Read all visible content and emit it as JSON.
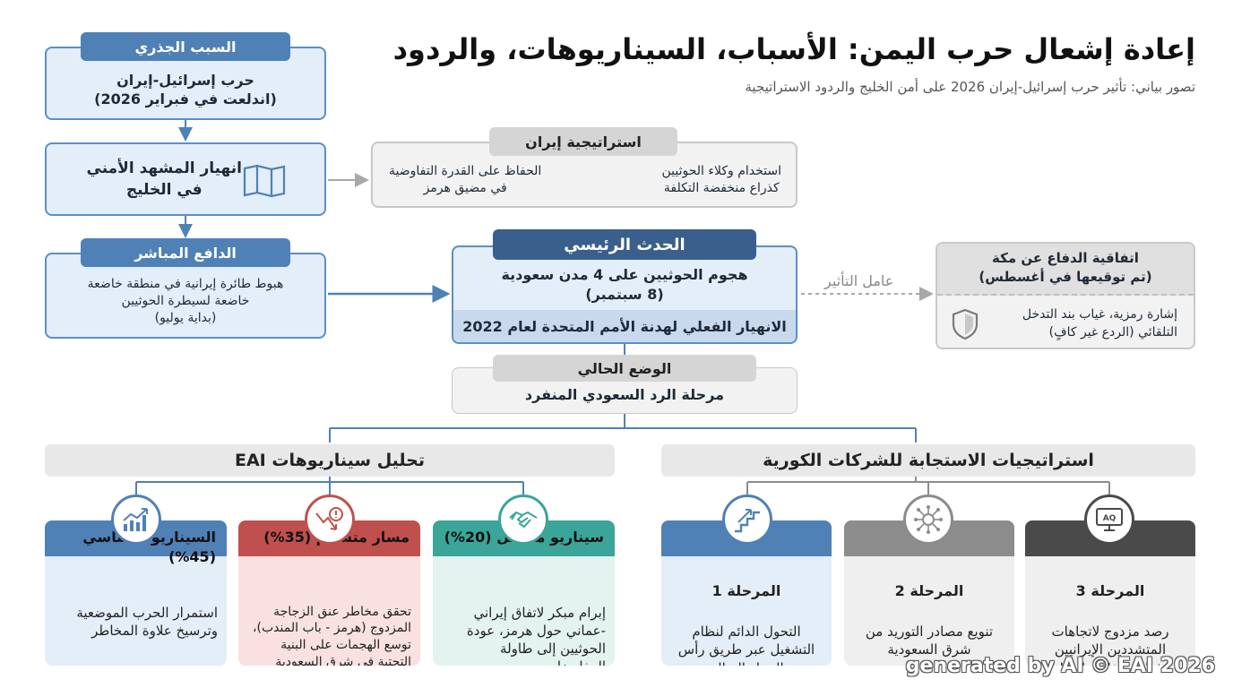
{
  "header": {
    "title": "إعادة إشعال حرب اليمن: الأسباب، السيناريوهات، والردود",
    "subtitle": "تصور بياني: تأثير حرب إسرائيل-إيران 2026 على أمن الخليج والردود الاستراتيجية"
  },
  "root_cause": {
    "label": "السبب الجذري",
    "text": "حرب إسرائيل-إيران\n(اندلعت في فبراير 2026)"
  },
  "gulf_collapse": {
    "text": "انهيار المشهد الأمني\nفي الخليج",
    "icon": "map-icon"
  },
  "iran_strategy": {
    "label": "استراتيجية إيران",
    "right_text": "استخدام وكلاء الحوثيين\nكذراع منخفضة التكلفة",
    "left_text": "الحفاظ على القدرة التفاوضية\nفي مضيق هرمز"
  },
  "direct_trigger": {
    "label": "الدافع المباشر",
    "text": "هبوط طائرة إيرانية في منطقة خاضعة\nخاضعة لسيطرة الحوثيين\n(بداية يوليو)"
  },
  "main_event": {
    "label": "الحدث الرئيسي",
    "text": "هجوم الحوثيين على 4 مدن سعودية\n(8 سبتمبر)",
    "footer": "الانهيار الفعلي لهدنة الأمم المتحدة لعام 2022"
  },
  "influence_label": "عامل التأثير",
  "mecca_pact": {
    "title": "اتفاقية الدفاع عن مكة\n(تم توقيعها في أغسطس)",
    "text": "إشارة رمزية، غياب بند التدخل\nالتلقائي (الردع غير كافٍ)",
    "icon": "shield-icon"
  },
  "current_status": {
    "label": "الوضع الحالي",
    "text": "مرحلة الرد السعودي المنفرد"
  },
  "scenarios_section": {
    "title": "تحليل سيناريوهات EAI",
    "cards": [
      {
        "title": "سيناريو متفائل (20%)",
        "text": "إبرام مبكر لاتفاق إيراني\n-عماني حول هرمز، عودة\nالحوثيين إلى طاولة\nالمفاوضات",
        "icon": "handshake-icon",
        "color": "#3aa598",
        "bg": "#e3f3f0"
      },
      {
        "title": "مسار متشائم (35%)",
        "text": "تحقق مخاطر عنق الزجاجة\nالمزدوج (هرمز - باب المندب)،\nتوسع الهجمات على البنية\nالتحتية في شرق السعودية",
        "icon": "warning-decline-icon",
        "color": "#c0504d",
        "bg": "#f8e1e0"
      },
      {
        "title": "السيناريو الأساسي (45%)",
        "text": "استمرار الحرب الموضعية\nوترسيخ علاوة المخاطر",
        "icon": "trend-chart-icon",
        "color": "#4f81b6",
        "bg": "#e3eef8"
      }
    ]
  },
  "strategies_section": {
    "title": "استراتيجيات الاستجابة للشركات الكورية",
    "cards": [
      {
        "title": "المرحلة 3",
        "text": "رصد مزدوج لاتجاهات\nالمتشددين الإيرانيين\nوفعالية اتفاقية الدفاع\nعن مكة",
        "icon": "monitor-icon",
        "color": "#4a4a4a",
        "bg": "#efefef"
      },
      {
        "title": "المرحلة 2",
        "text": "تنويع مصادر التوريد من\nشرق السعودية",
        "icon": "network-icon",
        "color": "#8c8c8c",
        "bg": "#efefef"
      },
      {
        "title": "المرحلة 1",
        "text": "التحول الدائم لنظام\nالتشغيل عبر طريق رأس\nالرجاء الصالح",
        "icon": "stairs-icon",
        "color": "#4f81b6",
        "bg": "#e3eef8"
      }
    ]
  },
  "watermark": "generated by AI © EAI 2026"
}
